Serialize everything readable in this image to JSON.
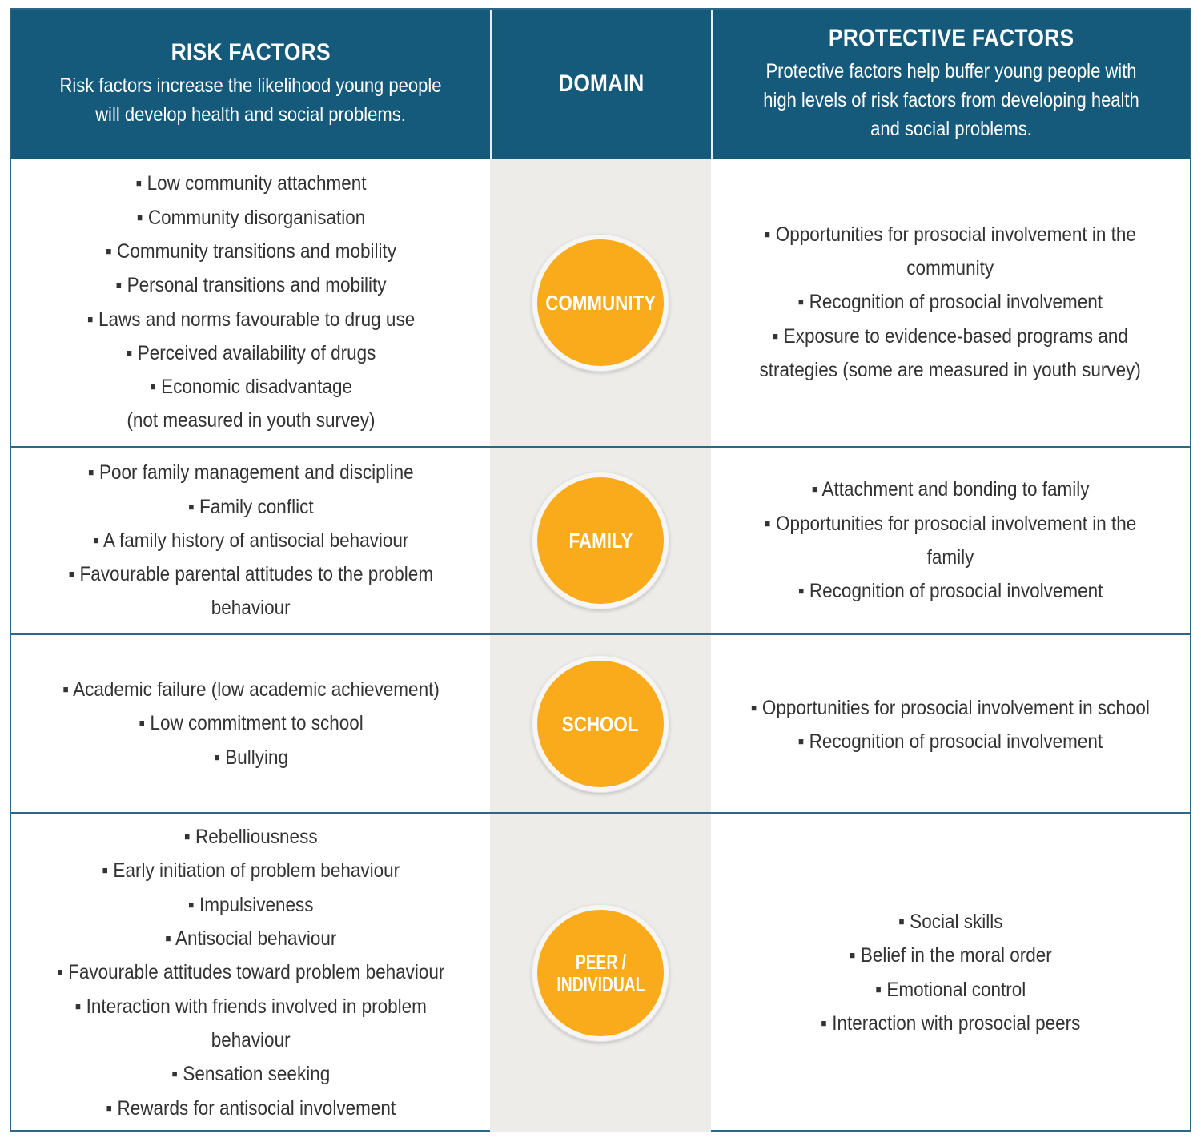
{
  "header": {
    "risk_title": "RISK FACTORS",
    "risk_description": "Risk factors increase the likelihood young people will develop health and social problems.",
    "domain_title": "DOMAIN",
    "protective_title": "PROTECTIVE FACTORS",
    "protective_description": "Protective factors help buffer young people with high levels of risk factors from developing health and social problems."
  },
  "colors": {
    "header_bg": "#155a7b",
    "domain_bg": "#edece9",
    "circle": "#f9ab1b",
    "border": "#2d6787",
    "text": "#333333"
  },
  "rows": [
    {
      "domain": "COMMUNITY",
      "risk": [
        "▪ Low community attachment",
        "▪ Community disorganisation",
        "▪ Community transitions and mobility",
        "▪ Personal transitions and mobility",
        "▪ Laws and norms favourable to drug use",
        "▪ Perceived availability of drugs",
        "▪ Economic disadvantage",
        "(not measured in youth survey)"
      ],
      "protective": [
        "▪ Opportunities for prosocial involvement in the",
        "community",
        "▪ Recognition of prosocial involvement",
        "▪ Exposure to evidence-based programs and",
        "strategies (some are measured in youth survey)"
      ]
    },
    {
      "domain": "FAMILY",
      "risk": [
        "▪ Poor family management and discipline",
        "▪ Family conflict",
        "▪ A family history of antisocial behaviour",
        "▪ Favourable parental attitudes to the problem",
        "behaviour"
      ],
      "protective": [
        "▪ Attachment and bonding to family",
        "▪ Opportunities for prosocial involvement in the",
        "family",
        "▪ Recognition of prosocial involvement"
      ]
    },
    {
      "domain": "SCHOOL",
      "risk": [
        "▪ Academic failure (low academic achievement)",
        "▪ Low commitment to school",
        "▪ Bullying"
      ],
      "protective": [
        "▪ Opportunities for prosocial involvement in school",
        "▪ Recognition of prosocial involvement"
      ]
    },
    {
      "domain_line1": "PEER /",
      "domain_line2": "INDIVIDUAL",
      "risk": [
        "▪ Rebelliousness",
        "▪ Early initiation of problem behaviour",
        "▪ Impulsiveness",
        "▪ Antisocial behaviour",
        "▪ Favourable attitudes toward problem behaviour",
        "▪ Interaction with friends involved in problem",
        "behaviour",
        "▪ Sensation seeking",
        "▪ Rewards for antisocial involvement"
      ],
      "protective": [
        "▪ Social skills",
        "▪ Belief in the moral order",
        "▪ Emotional control",
        "▪ Interaction with prosocial peers"
      ]
    }
  ]
}
